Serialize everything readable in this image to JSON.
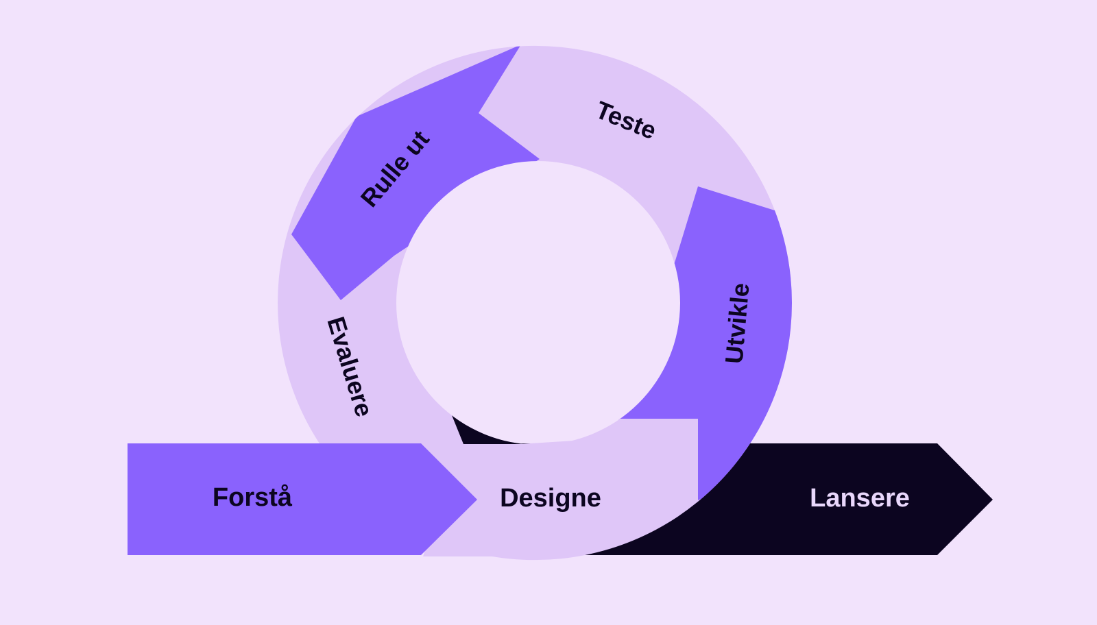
{
  "diagram": {
    "colors": {
      "background": "#F2E3FC",
      "purple": "#8A62FD",
      "lavender": "#DFC6F8",
      "dark": "#0C0520",
      "text_dark": "#0C0520",
      "text_light": "#E9D7FB"
    },
    "stages": {
      "forsta": "Forstå",
      "designe": "Designe",
      "lansere": "Lansere"
    },
    "cycle": {
      "utvikle": "Utvikle",
      "teste": "Teste",
      "rulle_ut": "Rulle ut",
      "evaluere": "Evaluere"
    }
  }
}
